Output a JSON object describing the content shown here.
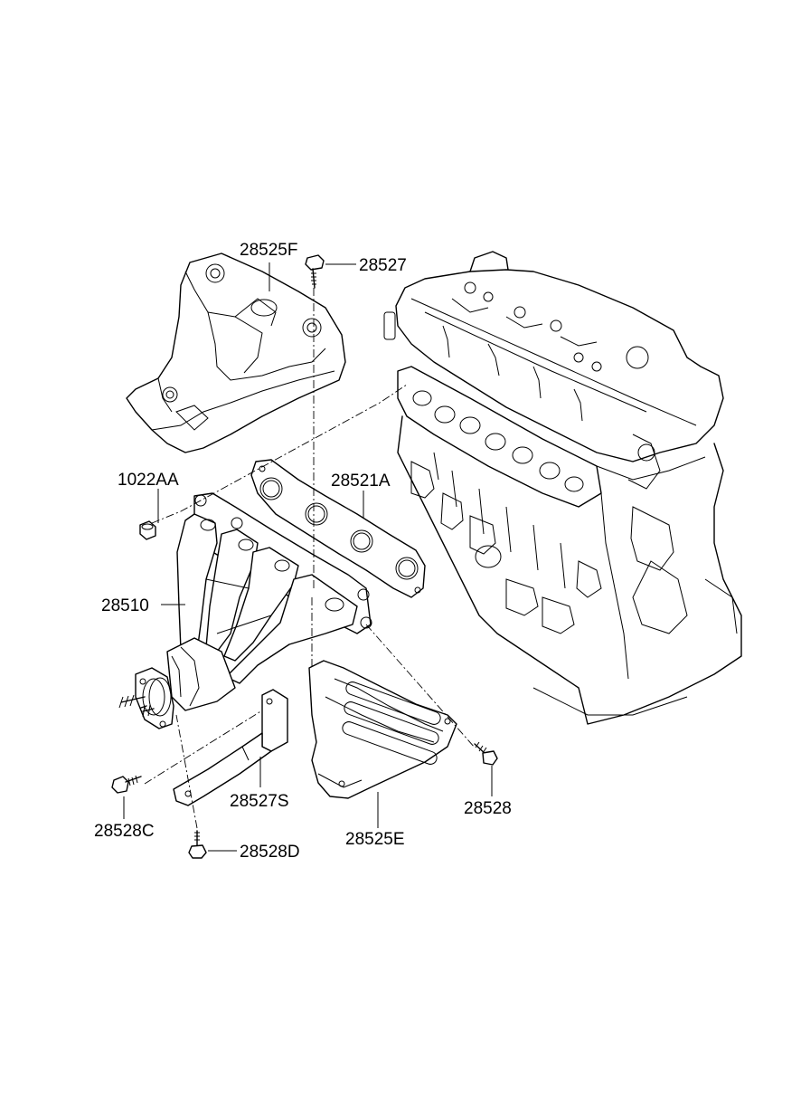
{
  "labels": {
    "heat_shield_upper": "28525F",
    "bolt_top": "28527",
    "nut": "1022AA",
    "gasket": "28521A",
    "exhaust_manifold": "28510",
    "bracket": "28527S",
    "bolt_c": "28528C",
    "bolt_d": "28528D",
    "heat_shield_lower": "28525E",
    "bolt_right": "28528"
  }
}
